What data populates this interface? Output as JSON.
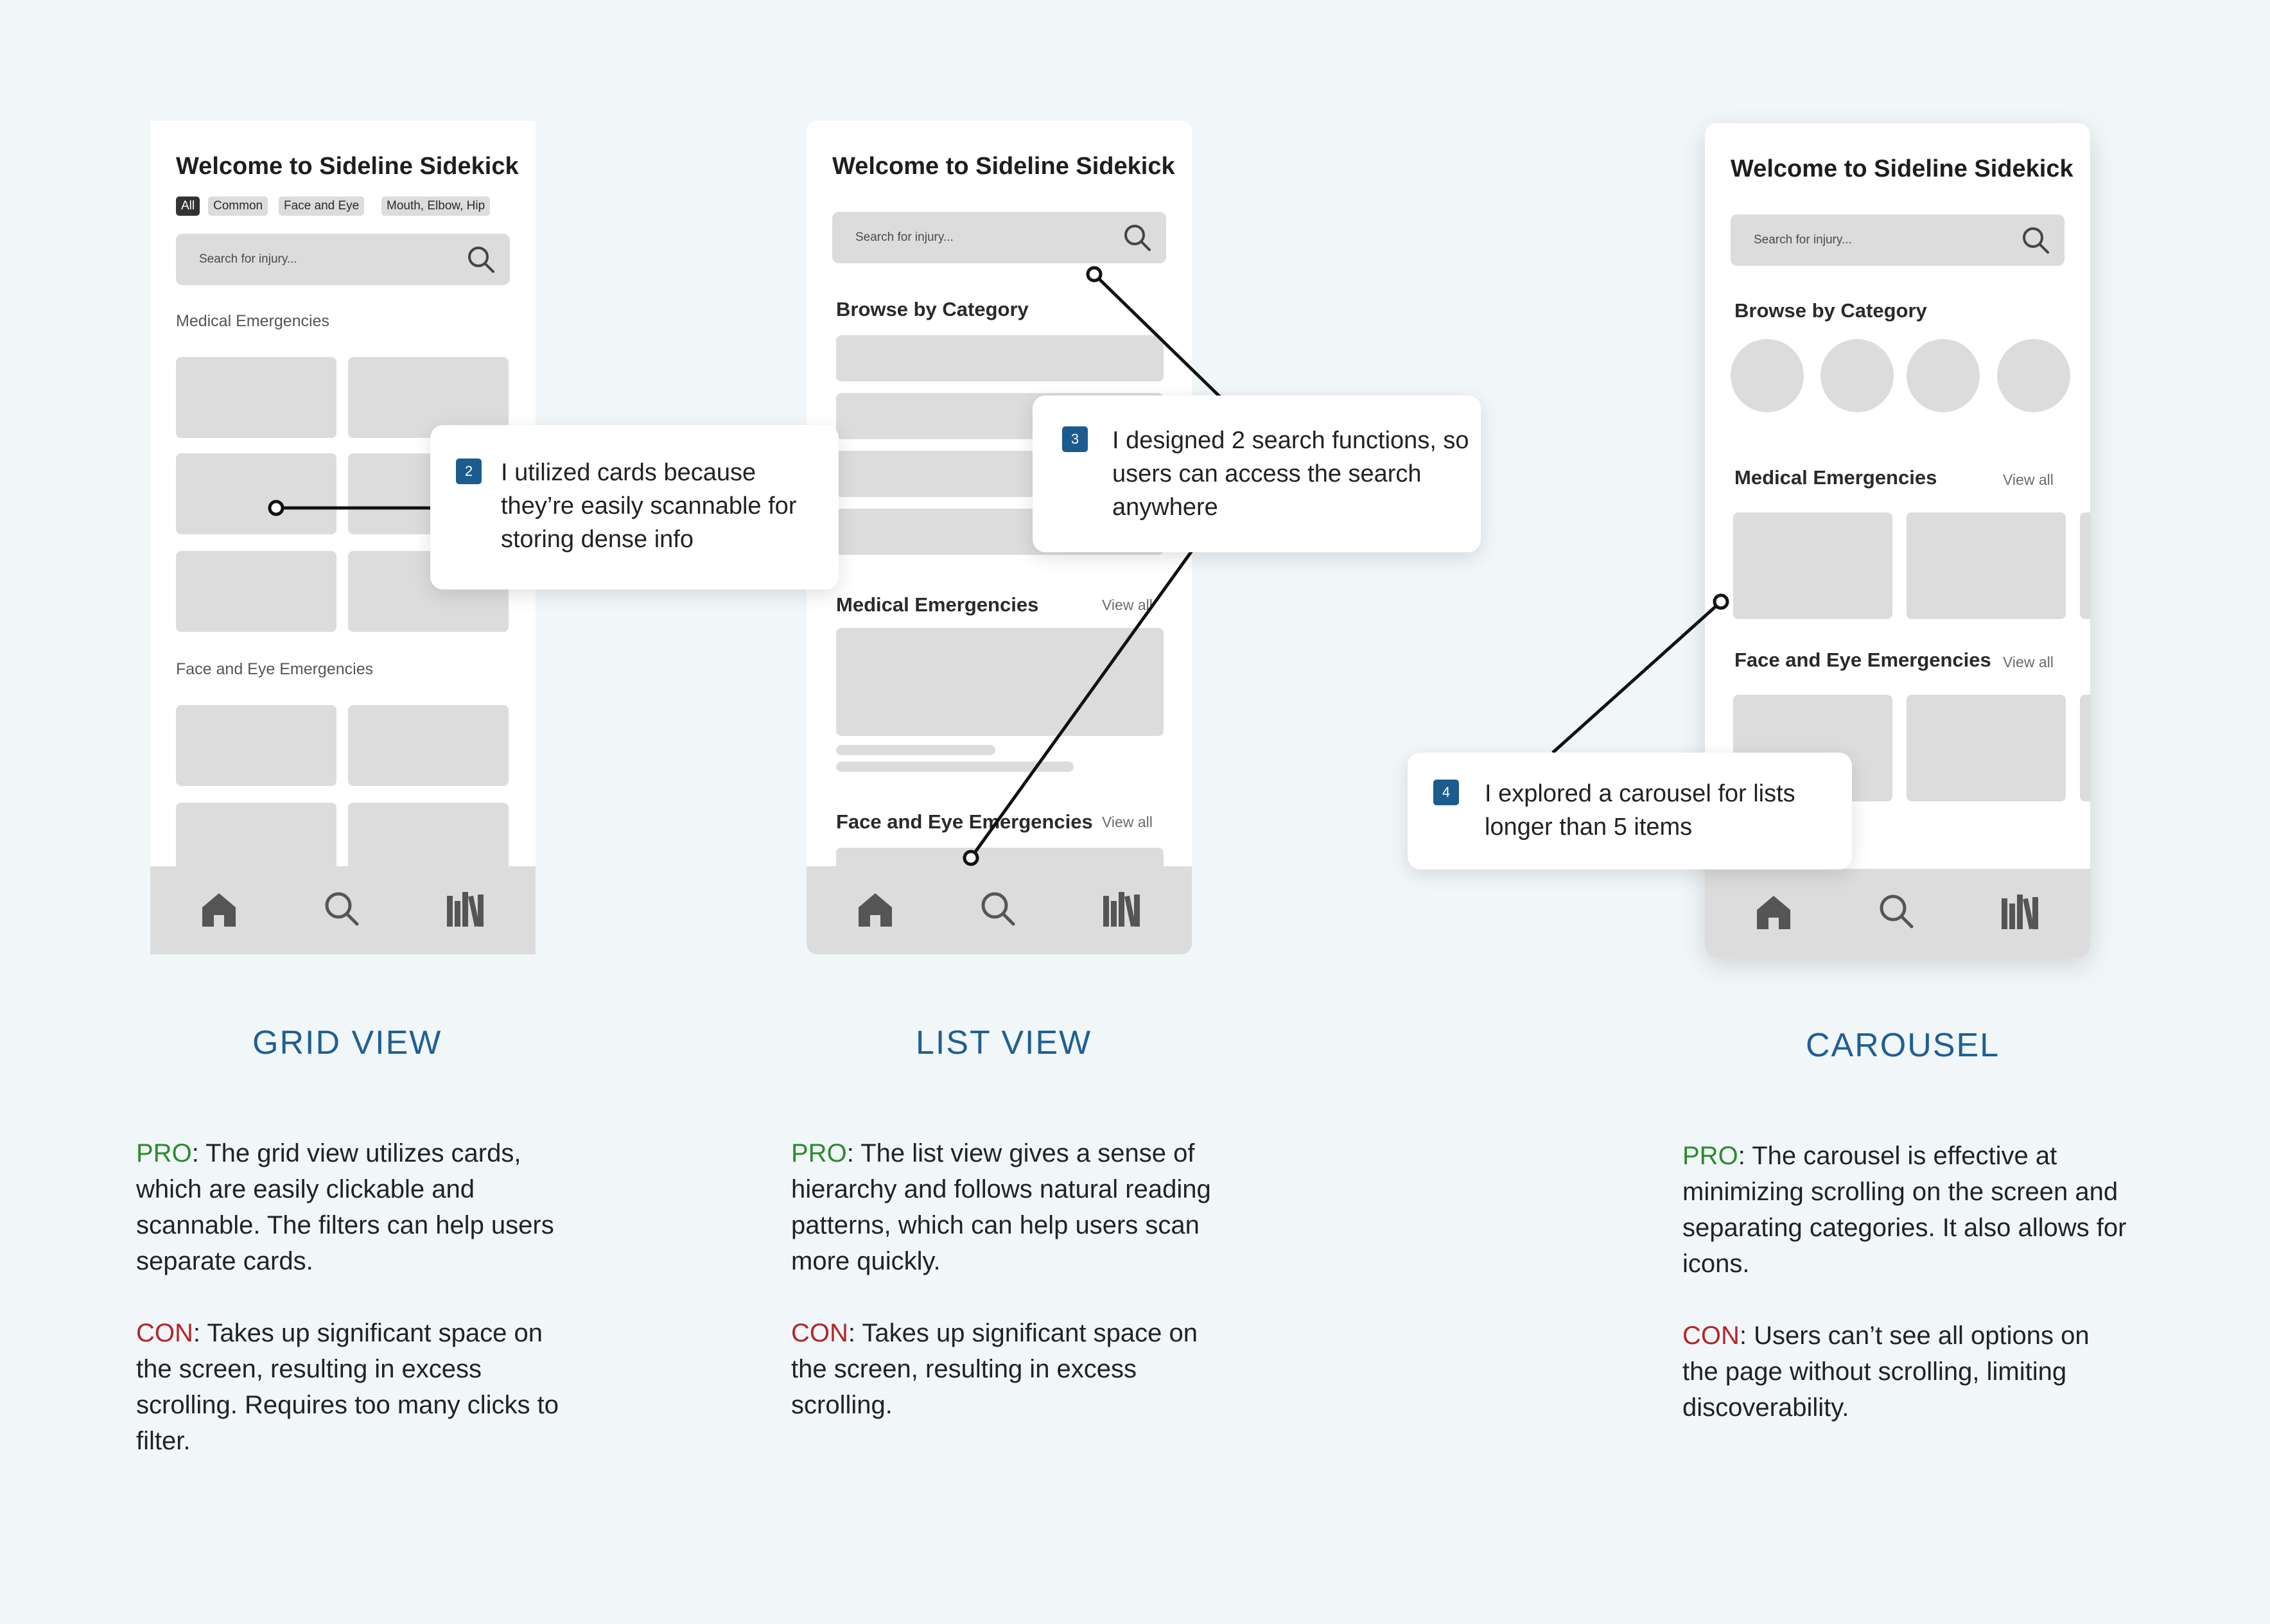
{
  "colors": {
    "background": "#f1f6f9",
    "heading": "#1f5f94",
    "pro": "#2c8a2e",
    "con": "#b2262a",
    "badge": "#1c5b8e"
  },
  "grid": {
    "title": "Welcome to Sideline Sidekick",
    "chips": [
      "All",
      "Common",
      "Face and Eye",
      "Mouth, Elbow, Hip"
    ],
    "search_placeholder": "Search for injury...",
    "section1": "Medical Emergencies",
    "section2": "Face and Eye Emergencies",
    "heading": "GRID VIEW",
    "pro_label": "PRO",
    "pro_text": ": The grid view utilizes cards, which are easily clickable and scannable. The filters can help users separate cards.",
    "con_label": "CON",
    "con_text": ": Takes up significant space on the screen, resulting in excess scrolling. Requires too many clicks to filter."
  },
  "list": {
    "title": "Welcome to Sideline Sidekick",
    "search_placeholder": "Search for injury...",
    "browse": "Browse by Category",
    "section1": "Medical Emergencies",
    "section1_viewall": "View all",
    "section2": "Face and Eye Emergencies",
    "section2_viewall": "View all",
    "heading": "LIST VIEW",
    "pro_label": "PRO",
    "pro_text": ": The list view gives a sense of hierarchy and follows natural reading patterns, which can help users scan more quickly.",
    "con_label": "CON",
    "con_text": ": Takes up significant space on the screen, resulting in excess scrolling."
  },
  "carousel": {
    "title": "Welcome to Sideline Sidekick",
    "search_placeholder": "Search for injury...",
    "browse": "Browse by Category",
    "section1": "Medical Emergencies",
    "section1_viewall": "View all",
    "section2": "Face and Eye Emergencies",
    "section2_viewall": "View all",
    "heading": "CAROUSEL",
    "pro_label": "PRO",
    "pro_text": ": The carousel is effective at minimizing scrolling on the screen and separating categories. It also allows for icons.",
    "con_label": "CON",
    "con_text": ": Users can’t see all options on the page without scrolling, limiting discoverability."
  },
  "nav_icons": [
    "home-icon",
    "search-icon",
    "library-icon"
  ],
  "callouts": [
    {
      "num": "2",
      "text": "I utilized cards because they’re easily scannable for storing dense info"
    },
    {
      "num": "3",
      "text": "I designed 2 search functions, so users can access the search anywhere"
    },
    {
      "num": "4",
      "text": "I explored a carousel for lists longer than 5 items"
    }
  ]
}
